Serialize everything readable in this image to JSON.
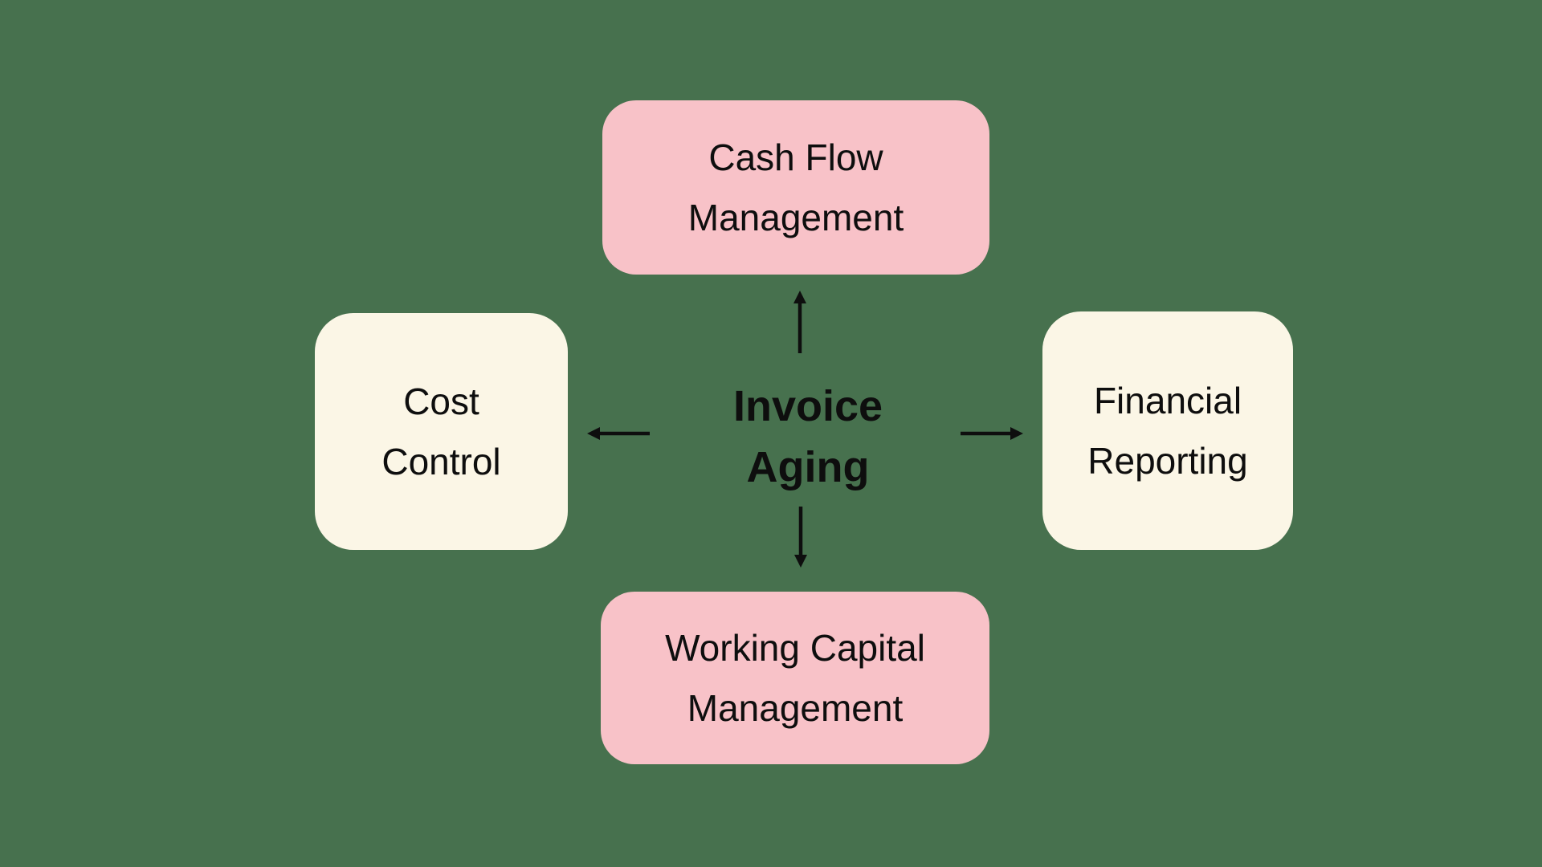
{
  "colors": {
    "background": "#47714E",
    "pink": "#F8C2C8",
    "cream": "#FBF6E6",
    "text": "#0E0E0E",
    "arrow": "#0E0E0E"
  },
  "center": {
    "lines": [
      "Invoice",
      "Aging"
    ]
  },
  "nodes": [
    {
      "id": "cash-flow-management",
      "variant": "pink",
      "position": "top",
      "lines": [
        "Cash Flow",
        "Management"
      ]
    },
    {
      "id": "cost-control",
      "variant": "cream",
      "position": "left",
      "lines": [
        "Cost",
        "Control"
      ]
    },
    {
      "id": "financial-reporting",
      "variant": "cream",
      "position": "right",
      "lines": [
        "Financial",
        "Reporting"
      ]
    },
    {
      "id": "working-capital-management",
      "variant": "pink",
      "position": "bottom",
      "lines": [
        "Working Capital",
        "Management"
      ]
    }
  ],
  "arrows": [
    {
      "direction": "up"
    },
    {
      "direction": "down"
    },
    {
      "direction": "left"
    },
    {
      "direction": "right"
    }
  ]
}
